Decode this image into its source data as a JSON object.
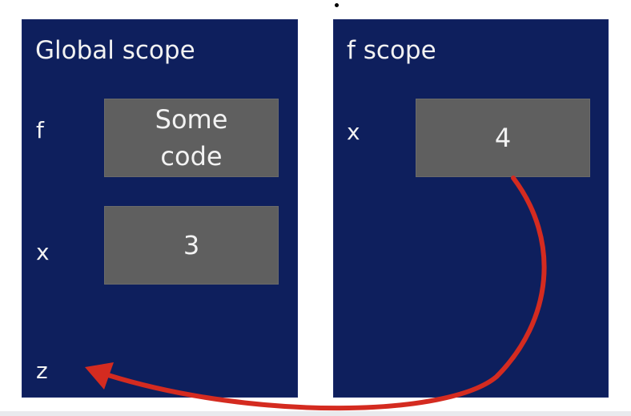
{
  "global_scope": {
    "title": "Global scope",
    "vars": {
      "f": {
        "name": "f",
        "value_lines": [
          "Some",
          "code"
        ]
      },
      "x": {
        "name": "x",
        "value": "3"
      },
      "z": {
        "name": "z"
      }
    }
  },
  "f_scope": {
    "title": "f scope",
    "vars": {
      "x": {
        "name": "x",
        "value": "4"
      }
    }
  },
  "colors": {
    "panel_bg": "#0e1f5d",
    "value_box": "#5f5f5f",
    "arrow": "#d42b20"
  }
}
